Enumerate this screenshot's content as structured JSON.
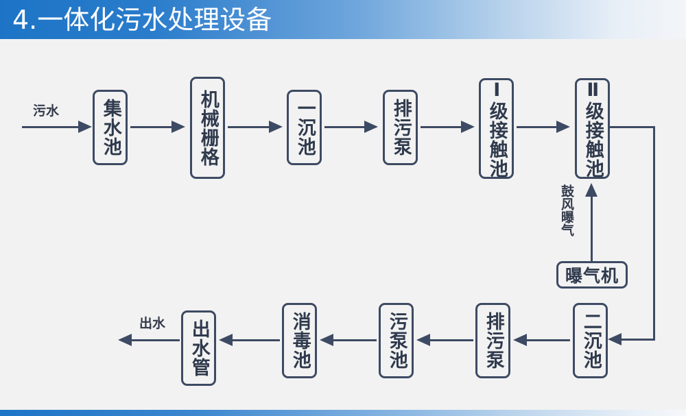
{
  "header": {
    "title": "4.一体化污水处理设备",
    "accent_color": "#1d74c6",
    "gradient_end_color": "#f3f5f8"
  },
  "footer": {
    "accent_color": "#1d74c6"
  },
  "diagram": {
    "background_color": "#f2f2f2",
    "stroke_color": "#3d4a63",
    "text_color": "#2f3a4d",
    "top_row": [
      {
        "id": "collection-tank",
        "label": "集水池"
      },
      {
        "id": "mechanical-grille",
        "label": "机械栅格"
      },
      {
        "id": "primary-sedimentation-tank",
        "label": "一沉池"
      },
      {
        "id": "sewage-pump",
        "label": "排污泵"
      },
      {
        "id": "contact-tank-1",
        "label": "Ⅰ级接触池"
      },
      {
        "id": "contact-tank-2",
        "label": "Ⅱ级接触池"
      }
    ],
    "aeration": {
      "machine_label": "曝气机",
      "flow_label": "鼓风曝气"
    },
    "bottom_row": [
      {
        "id": "secondary-sedimentation-tank",
        "label": "二沉池"
      },
      {
        "id": "sewage-pump-2",
        "label": "排污泵"
      },
      {
        "id": "sludge-pump-tank",
        "label": "污泵池"
      },
      {
        "id": "disinfection-tank",
        "label": "消毒池"
      },
      {
        "id": "outlet-pipe",
        "label": "出水管"
      }
    ],
    "edge_labels": {
      "inlet": "污水",
      "outlet": "出水"
    }
  }
}
